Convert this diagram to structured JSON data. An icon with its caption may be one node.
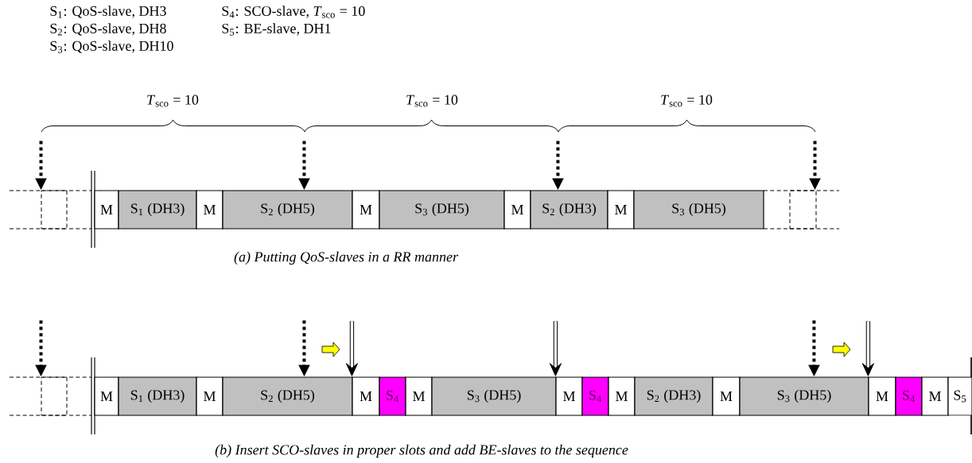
{
  "diagram": {
    "nodes": [
      {
        "text": [],
        "shape": "box"
      },
      {
        "text": [
          "M"
        ]
      },
      {
        "text": [
          "S$_{1}$ (DH3)"
        ]
      },
      {
        "text": [
          "M"
        ]
      },
      {
        "text": [
          "S$_{2}$ (DH5)"
        ]
      },
      {
        "text": [
          "M"
        ]
      },
      {
        "text": [
          "S$_{3}$ (DH5)"
        ]
      },
      {
        "text": [
          "M"
        ]
      },
      {
        "text": [
          "S$_{2}$ (DH3)"
        ]
      },
      {
        "text": [
          "M"
        ]
      },
      {
        "text": [
          "S$_{3}$ (DH5)"
        ]
      },
      {
        "text": [],
        "shape": "box"
      },
      {
        "text": [],
        "shape": "box"
      },
      {
        "text": [
          "M"
        ]
      },
      {
        "text": [
          "S$_{1}$ (DH3)"
        ]
      },
      {
        "text": [
          "M"
        ]
      },
      {
        "text": [
          "S$_{2}$ (DH5)"
        ]
      },
      {
        "text": [
          "M"
        ]
      },
      {
        "text": [
          "S$_{4}$"
        ]
      },
      {
        "text": [
          "M"
        ]
      },
      {
        "text": [
          "S$_{3}$ (DH5)"
        ]
      },
      {
        "text": [
          "M"
        ]
      },
      {
        "text": [
          "S$_{4}$"
        ]
      },
      {
        "text": [
          "M"
        ]
      },
      {
        "text": [
          "S$_{2}$ (DH3)"
        ]
      },
      {
        "text": [
          "M"
        ]
      },
      {
        "text": [
          "S$_{3}$ (DH5)"
        ]
      },
      {
        "text": [
          "M"
        ]
      },
      {
        "text": [
          "S$_{4}$"
        ]
      },
      {
        "text": [
          "M"
        ]
      },
      {
        "text": [
          "S$_{5}$"
        ]
      }
    ],
    "edges": [
      {
        "from": null,
        "to": 0,
        "arrow": "to",
        "style": "dashed"
      },
      {
        "from": null,
        "to": 4,
        "arrow": "to",
        "style": "dashed"
      },
      {
        "from": null,
        "to": 8,
        "arrow": "to",
        "style": "dashed"
      },
      {
        "from": null,
        "to": 11,
        "arrow": "to",
        "style": "dashed"
      },
      {
        "from": null,
        "to": 12,
        "arrow": "to",
        "style": "dashed"
      },
      {
        "from": null,
        "to": 16,
        "arrow": "to",
        "style": "dashed"
      },
      {
        "from": null,
        "to": 17,
        "arrow": "to"
      },
      {
        "from": null,
        "to": 21,
        "arrow": "to"
      },
      {
        "from": null,
        "to": 26,
        "arrow": "to",
        "style": "dashed"
      },
      {
        "from": null,
        "to": 27,
        "arrow": "to"
      }
    ],
    "labels": [
      "S$_{1}$: QoS-slave, DH3",
      "S$_{4}$: SCO-slave, *T*$_{sco}$ = 10",
      "S$_{2}$: QoS-slave, DH8",
      "S$_{5}$: BE-slave, DH1",
      "S$_{3}$: QoS-slave, DH10",
      "*T*$_{sco}$ = 10",
      "*T*$_{sco}$ = 10",
      "*T*$_{sco}$ = 10",
      "(a) Putting QoS-slaves in a RR manner",
      "(b) Insert SCO-slaves in proper slots and add BE-slaves to the sequence"
    ]
  }
}
